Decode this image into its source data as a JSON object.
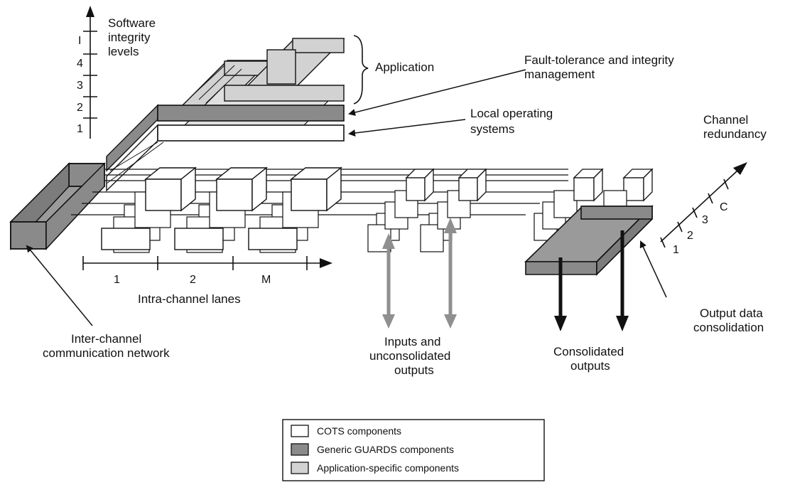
{
  "colors": {
    "cots": "#ffffff",
    "generic": "#8a8a8a",
    "application": "#d2d2d2",
    "outline": "#111111",
    "io_arrow": "#8f8f8f",
    "consolidated_arrow": "#111111"
  },
  "integrity_axis": {
    "title_line1": "Software",
    "title_line2": "integrity",
    "title_line3": "levels",
    "ticks": [
      "1",
      "2",
      "3",
      "4",
      "I"
    ]
  },
  "labels": {
    "application": "Application",
    "ft_line1": "Fault-tolerance and integrity",
    "ft_line2": "management",
    "los_line1": "Local operating",
    "los_line2": "systems",
    "channel_red_line1": "Channel",
    "channel_red_line2": "redundancy",
    "inter_line1": "Inter-channel",
    "inter_line2": "communication network",
    "intra": "Intra-channel lanes",
    "inputs_line1": "Inputs and",
    "inputs_line2": "unconsolidated",
    "inputs_line3": "outputs",
    "consolidated_line1": "Consolidated",
    "consolidated_line2": "outputs",
    "odc_line1": "Output data",
    "odc_line2": "consolidation"
  },
  "lane_axis": {
    "ticks": [
      "1",
      "2",
      "M"
    ]
  },
  "channel_axis": {
    "ticks": [
      "1",
      "2",
      "3",
      "C"
    ]
  },
  "legend": {
    "items": [
      {
        "label": "COTS components",
        "swatch": "cots"
      },
      {
        "label": "Generic GUARDS components",
        "swatch": "generic"
      },
      {
        "label": "Application-specific components",
        "swatch": "application"
      }
    ]
  }
}
